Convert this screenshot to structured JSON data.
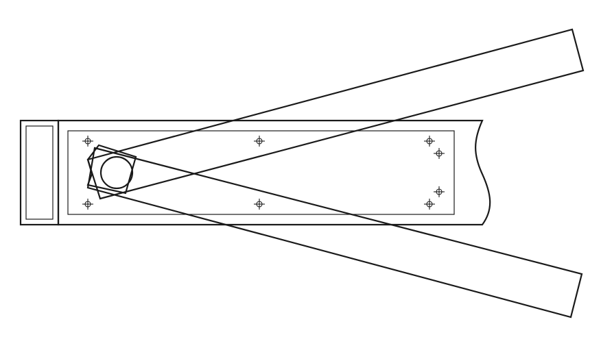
{
  "diagram": {
    "kind": "technical line drawing",
    "stroke_color": "#1a1a1a",
    "background_color": "#ffffff",
    "components": {
      "end_cap": "end-cap",
      "base_plate": "base-plate",
      "inner_panel": "inner-panel",
      "pivot_block": "pivot-block",
      "pivot_pin": "pivot-pin",
      "upper_arm": "upper-arm",
      "lower_arm": "lower-arm"
    },
    "mounting_hole_count": 8,
    "break_line": "wavy"
  }
}
